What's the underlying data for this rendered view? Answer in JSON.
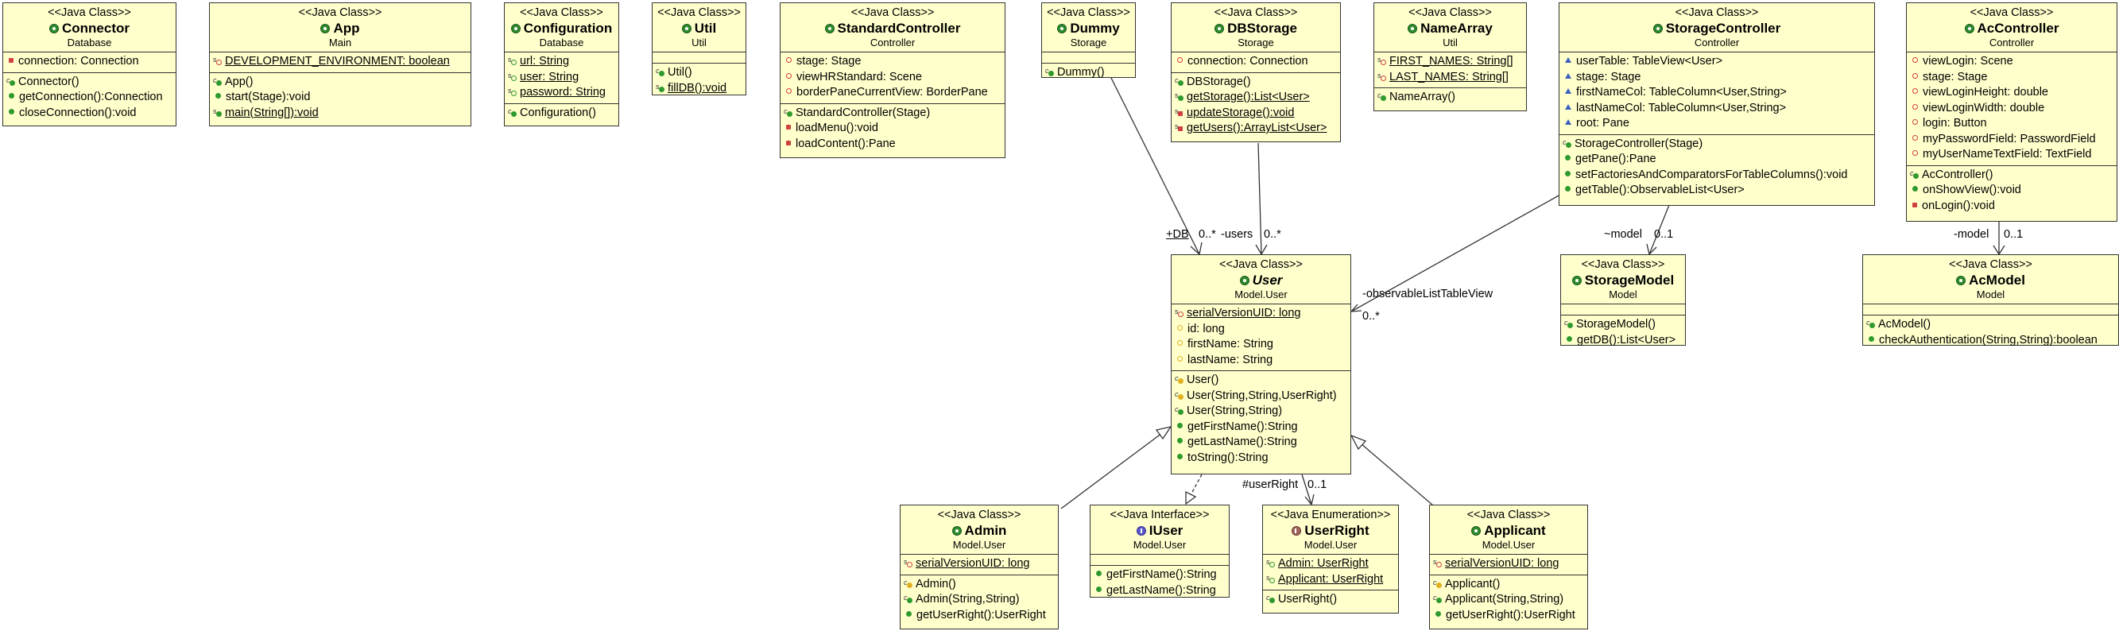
{
  "classes": [
    {
      "id": "connector",
      "stereotype": "<<Java Class>>",
      "name": "Connector",
      "package": "Database",
      "kind": "class",
      "fields": [
        {
          "vis": "private",
          "text": "connection: Connection"
        }
      ],
      "methods": [
        {
          "vis": "ctor-public",
          "text": "Connector()"
        },
        {
          "vis": "public",
          "text": "getConnection():Connection"
        },
        {
          "vis": "public",
          "text": "closeConnection():void"
        }
      ]
    },
    {
      "id": "app",
      "stereotype": "<<Java Class>>",
      "name": "App",
      "package": "Main",
      "kind": "class",
      "fields": [
        {
          "vis": "static-pfield",
          "text": "DEVELOPMENT_ENVIRONMENT: boolean",
          "static": true
        }
      ],
      "methods": [
        {
          "vis": "ctor-public",
          "text": "App()"
        },
        {
          "vis": "public",
          "text": "start(Stage):void"
        },
        {
          "vis": "static-public",
          "text": "main(String[]):void",
          "static": true
        }
      ]
    },
    {
      "id": "configuration",
      "stereotype": "<<Java Class>>",
      "name": "Configuration",
      "package": "Database",
      "kind": "class",
      "fields": [
        {
          "vis": "static-ppfield",
          "text": "url: String",
          "static": true
        },
        {
          "vis": "static-ppfield",
          "text": "user: String",
          "static": true
        },
        {
          "vis": "static-ppfield",
          "text": "password: String",
          "static": true
        }
      ],
      "methods": [
        {
          "vis": "ctor-public",
          "text": "Configuration()"
        }
      ]
    },
    {
      "id": "util",
      "stereotype": "<<Java Class>>",
      "name": "Util",
      "package": "Util",
      "kind": "class",
      "fields": [],
      "methods": [
        {
          "vis": "ctor-public",
          "text": "Util()"
        },
        {
          "vis": "static-public",
          "text": "fillDB():void",
          "static": true
        }
      ]
    },
    {
      "id": "standardcontroller",
      "stereotype": "<<Java Class>>",
      "name": "StandardController",
      "package": "Controller",
      "kind": "class",
      "fields": [
        {
          "vis": "private-field",
          "text": "stage: Stage"
        },
        {
          "vis": "private-field",
          "text": "viewHRStandard: Scene"
        },
        {
          "vis": "private-field",
          "text": "borderPaneCurrentView: BorderPane"
        }
      ],
      "methods": [
        {
          "vis": "ctor-public",
          "text": "StandardController(Stage)"
        },
        {
          "vis": "private",
          "text": "loadMenu():void"
        },
        {
          "vis": "private",
          "text": "loadContent():Pane"
        }
      ]
    },
    {
      "id": "dummy",
      "stereotype": "<<Java Class>>",
      "name": "Dummy",
      "package": "Storage",
      "kind": "class",
      "fields": [],
      "methods": [
        {
          "vis": "ctor-public",
          "text": "Dummy()"
        }
      ]
    },
    {
      "id": "dbstorage",
      "stereotype": "<<Java Class>>",
      "name": "DBStorage",
      "package": "Storage",
      "kind": "class",
      "fields": [
        {
          "vis": "private-field",
          "text": "connection: Connection"
        }
      ],
      "methods": [
        {
          "vis": "ctor-public",
          "text": "DBStorage()"
        },
        {
          "vis": "static-public",
          "text": "getStorage():List<User>",
          "static": true
        },
        {
          "vis": "static-private",
          "text": "updateStorage():void",
          "static": true
        },
        {
          "vis": "static-private",
          "text": "getUsers():ArrayList<User>",
          "static": true
        }
      ]
    },
    {
      "id": "namearray",
      "stereotype": "<<Java Class>>",
      "name": "NameArray",
      "package": "Util",
      "kind": "class",
      "fields": [
        {
          "vis": "static-pfield",
          "text": "FIRST_NAMES: String[]",
          "static": true
        },
        {
          "vis": "static-pfield",
          "text": "LAST_NAMES: String[]",
          "static": true
        }
      ],
      "methods": [
        {
          "vis": "ctor-public",
          "text": "NameArray()"
        }
      ]
    },
    {
      "id": "storagecontroller",
      "stereotype": "<<Java Class>>",
      "name": "StorageController",
      "package": "Controller",
      "kind": "class",
      "fields": [
        {
          "vis": "package",
          "text": "userTable: TableView<User>"
        },
        {
          "vis": "package",
          "text": "stage: Stage"
        },
        {
          "vis": "package",
          "text": "firstNameCol: TableColumn<User,String>"
        },
        {
          "vis": "package",
          "text": "lastNameCol: TableColumn<User,String>"
        },
        {
          "vis": "package",
          "text": "root: Pane"
        }
      ],
      "methods": [
        {
          "vis": "ctor-public",
          "text": "StorageController(Stage)"
        },
        {
          "vis": "public",
          "text": "getPane():Pane"
        },
        {
          "vis": "public",
          "text": "setFactoriesAndComparatorsForTableColumns():void"
        },
        {
          "vis": "public",
          "text": "getTable():ObservableList<User>"
        }
      ]
    },
    {
      "id": "accontroller",
      "stereotype": "<<Java Class>>",
      "name": "AcController",
      "package": "Controller",
      "kind": "class",
      "fields": [
        {
          "vis": "private-field",
          "text": "viewLogin: Scene"
        },
        {
          "vis": "private-field",
          "text": "stage: Stage"
        },
        {
          "vis": "private-field",
          "text": "viewLoginHeight: double"
        },
        {
          "vis": "private-field",
          "text": "viewLoginWidth: double"
        },
        {
          "vis": "private-field",
          "text": "login: Button"
        },
        {
          "vis": "private-field",
          "text": "myPasswordField: PasswordField"
        },
        {
          "vis": "private-field",
          "text": "myUserNameTextField: TextField"
        }
      ],
      "methods": [
        {
          "vis": "ctor-public",
          "text": "AcController()"
        },
        {
          "vis": "public",
          "text": "onShowView():void"
        },
        {
          "vis": "private",
          "text": "onLogin():void"
        }
      ]
    },
    {
      "id": "user",
      "stereotype": "<<Java Class>>",
      "name": "User",
      "package": "Model.User",
      "kind": "abstract",
      "fields": [
        {
          "vis": "static-pfield",
          "text": "serialVersionUID: long",
          "static": true
        },
        {
          "vis": "protected-field",
          "text": "id: long"
        },
        {
          "vis": "protected-field",
          "text": "firstName: String"
        },
        {
          "vis": "protected-field",
          "text": "lastName: String"
        }
      ],
      "methods": [
        {
          "vis": "ctor-protected",
          "text": "User()"
        },
        {
          "vis": "ctor-protected",
          "text": "User(String,String,UserRight)"
        },
        {
          "vis": "ctor-public",
          "text": "User(String,String)"
        },
        {
          "vis": "public",
          "text": "getFirstName():String"
        },
        {
          "vis": "public",
          "text": "getLastName():String"
        },
        {
          "vis": "public",
          "text": "toString():String"
        }
      ]
    },
    {
      "id": "storagemodel",
      "stereotype": "<<Java Class>>",
      "name": "StorageModel",
      "package": "Model",
      "kind": "class",
      "fields": [],
      "methods": [
        {
          "vis": "ctor-public",
          "text": "StorageModel()"
        },
        {
          "vis": "public",
          "text": "getDB():List<User>"
        }
      ]
    },
    {
      "id": "acmodel",
      "stereotype": "<<Java Class>>",
      "name": "AcModel",
      "package": "Model",
      "kind": "class",
      "fields": [],
      "methods": [
        {
          "vis": "ctor-public",
          "text": "AcModel()"
        },
        {
          "vis": "public",
          "text": "checkAuthentication(String,String):boolean"
        }
      ]
    },
    {
      "id": "admin",
      "stereotype": "<<Java Class>>",
      "name": "Admin",
      "package": "Model.User",
      "kind": "class",
      "fields": [
        {
          "vis": "static-pfield",
          "text": "serialVersionUID: long",
          "static": true
        }
      ],
      "methods": [
        {
          "vis": "ctor-protected",
          "text": "Admin()"
        },
        {
          "vis": "ctor-public",
          "text": "Admin(String,String)"
        },
        {
          "vis": "public",
          "text": "getUserRight():UserRight"
        }
      ]
    },
    {
      "id": "iuser",
      "stereotype": "<<Java Interface>>",
      "name": "IUser",
      "package": "Model.User",
      "kind": "interface",
      "fields": [],
      "methods": [
        {
          "vis": "public",
          "text": "getFirstName():String"
        },
        {
          "vis": "public",
          "text": "getLastName():String"
        }
      ]
    },
    {
      "id": "userright",
      "stereotype": "<<Java Enumeration>>",
      "name": "UserRight",
      "package": "Model.User",
      "kind": "enum",
      "fields": [
        {
          "vis": "static-ppfield",
          "text": "Admin: UserRight",
          "static": true
        },
        {
          "vis": "static-ppfield",
          "text": "Applicant: UserRight",
          "static": true
        }
      ],
      "methods": [
        {
          "vis": "ctor-public",
          "text": "UserRight()"
        }
      ]
    },
    {
      "id": "applicant",
      "stereotype": "<<Java Class>>",
      "name": "Applicant",
      "package": "Model.User",
      "kind": "class",
      "fields": [
        {
          "vis": "static-pfield",
          "text": "serialVersionUID: long",
          "static": true
        }
      ],
      "methods": [
        {
          "vis": "ctor-protected",
          "text": "Applicant()"
        },
        {
          "vis": "ctor-public",
          "text": "Applicant(String,String)"
        },
        {
          "vis": "public",
          "text": "getUserRight():UserRight"
        }
      ]
    }
  ],
  "edge_labels": {
    "db_role": "+DB",
    "db_mult": "0..*",
    "users_role": "-users",
    "users_mult": "0..*",
    "observable_role": "-observableListTableView",
    "observable_mult": "0..*",
    "storage_model_role": "~model",
    "storage_model_mult": "0..1",
    "ac_model_role": "-model",
    "ac_model_mult": "0..1",
    "userright_role": "#userRight",
    "userright_mult": "0..1"
  },
  "colors": {
    "box_fill": "#ffffcc",
    "box_border": "#333333",
    "line": "#333333"
  }
}
